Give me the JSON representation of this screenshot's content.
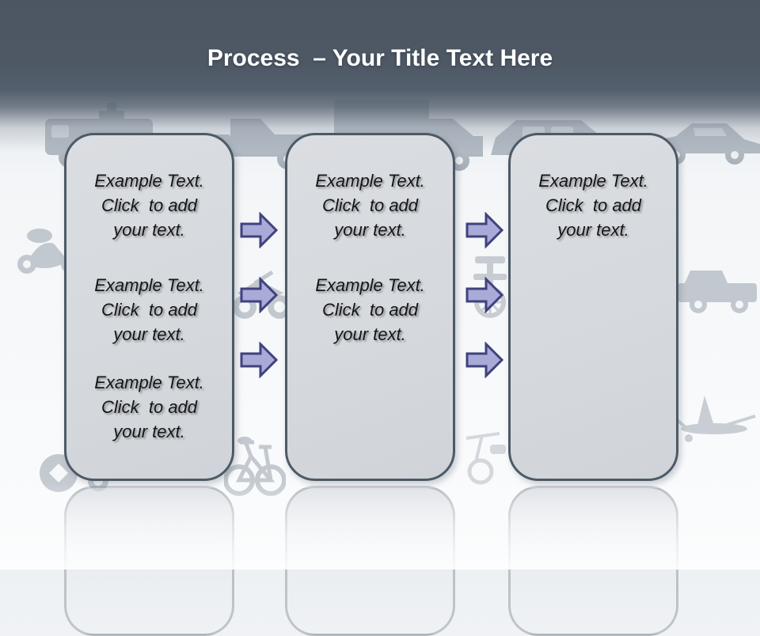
{
  "title": {
    "keyword": "Process",
    "rest": "  – Your Title Text Here"
  },
  "panels": [
    {
      "name": "step-1",
      "blocks": [
        "Example Text.\nClick  to add\nyour text.",
        "Example Text.\nClick  to add\nyour text.",
        "Example Text.\nClick  to add\nyour text."
      ]
    },
    {
      "name": "step-2",
      "blocks": [
        "Example Text.\nClick  to add\nyour text.",
        "Example Text.\nClick  to add\nyour text."
      ]
    },
    {
      "name": "step-3",
      "blocks": [
        "Example Text.\nClick  to add\nyour text."
      ]
    }
  ],
  "arrows": {
    "direction": "right",
    "count_between_1_2": 3,
    "count_between_2_3": 3
  },
  "colors": {
    "header_top": "#4c5663",
    "header_mid": "#535f6c",
    "panel_fill": "#d8dbdf",
    "panel_border": "#4d5a66",
    "arrow_fill": "#a8aad8",
    "arrow_border": "#41417e",
    "body_text": "#151515",
    "title_text": "#ffffff",
    "watermark": "#909aa6"
  },
  "background_vehicles": [
    "ambulance",
    "pickup-truck",
    "cargo-truck",
    "minivan",
    "sedan",
    "scooter",
    "motorcycle",
    "handcart",
    "jeep",
    "tractor",
    "bicycle",
    "golf-trolley",
    "airplane"
  ]
}
